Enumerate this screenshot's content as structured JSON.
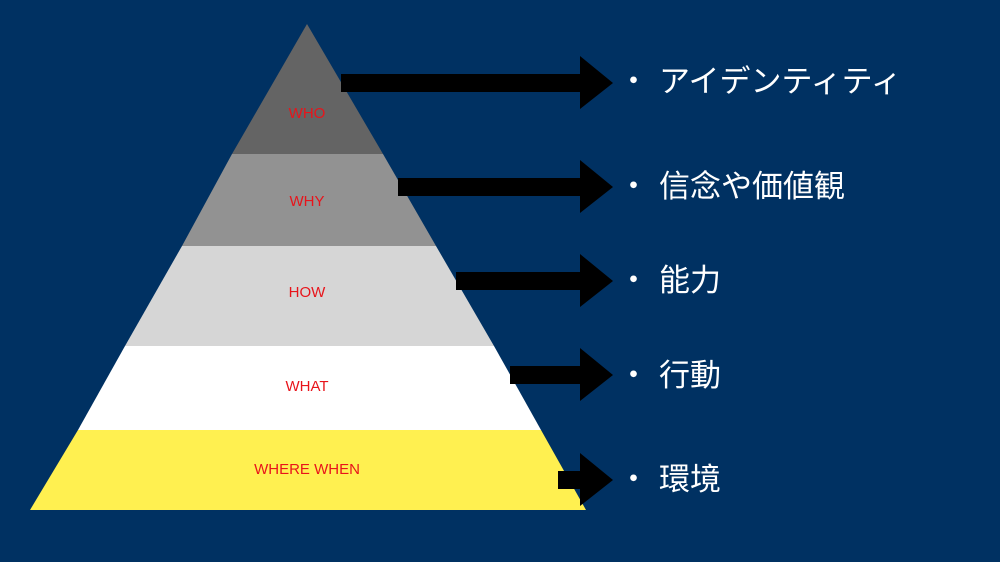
{
  "pyramid": {
    "layers": [
      {
        "id": "who",
        "label": "WHO",
        "fill": "#646464",
        "label_color": "#e8141b"
      },
      {
        "id": "why",
        "label": "WHY",
        "fill": "#929292",
        "label_color": "#e8141b"
      },
      {
        "id": "how",
        "label": "HOW",
        "fill": "#d6d6d6",
        "label_color": "#e8141b"
      },
      {
        "id": "what",
        "label": "WHAT",
        "fill": "#ffffff",
        "label_color": "#e8141b"
      },
      {
        "id": "where",
        "label": "WHERE WHEN",
        "fill": "#fff050",
        "label_color": "#e8141b"
      }
    ]
  },
  "descriptions": [
    {
      "bullet": "・",
      "text": "アイデンティティ"
    },
    {
      "bullet": "・",
      "text": "信念や価値観"
    },
    {
      "bullet": "・",
      "text": "能力"
    },
    {
      "bullet": "・",
      "text": "行動"
    },
    {
      "bullet": "・",
      "text": "環境"
    }
  ],
  "colors": {
    "background": "#003162",
    "arrow": "#000000",
    "text": "#ffffff"
  }
}
